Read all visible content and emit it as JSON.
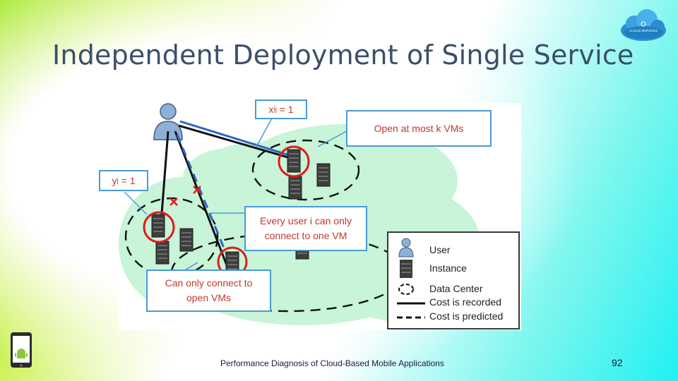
{
  "slide": {
    "title": "Independent Deployment of Single Service",
    "page_number": "92",
    "footer": "Performance Diagnosis of Cloud-Based Mobile Applications"
  },
  "logo": {
    "text": "CLOUD SERVICES"
  },
  "callouts": {
    "xij": {
      "base": "x",
      "sub": "ij",
      "rest": " = 1"
    },
    "yj": {
      "base": "y",
      "sub": "j",
      "rest": " = 1"
    },
    "open_k": "Open at most k VMs",
    "one_vm_line1": "Every user i can only",
    "one_vm_line2": "connect to one VM",
    "open_vms_line1": "Can only connect to",
    "open_vms_line2": "open VMs"
  },
  "legend": {
    "user": "User",
    "instance": "Instance",
    "datacenter": "Data Center",
    "recorded": "Cost is recorded",
    "predicted": "Cost is predicted"
  },
  "colors": {
    "callout_border": "#4a9ad4",
    "callout_text": "#c0392b",
    "cloud_fill": "#c8f4d8",
    "highlight": "#e01b1b",
    "predicted_line": "#2a66c4"
  }
}
